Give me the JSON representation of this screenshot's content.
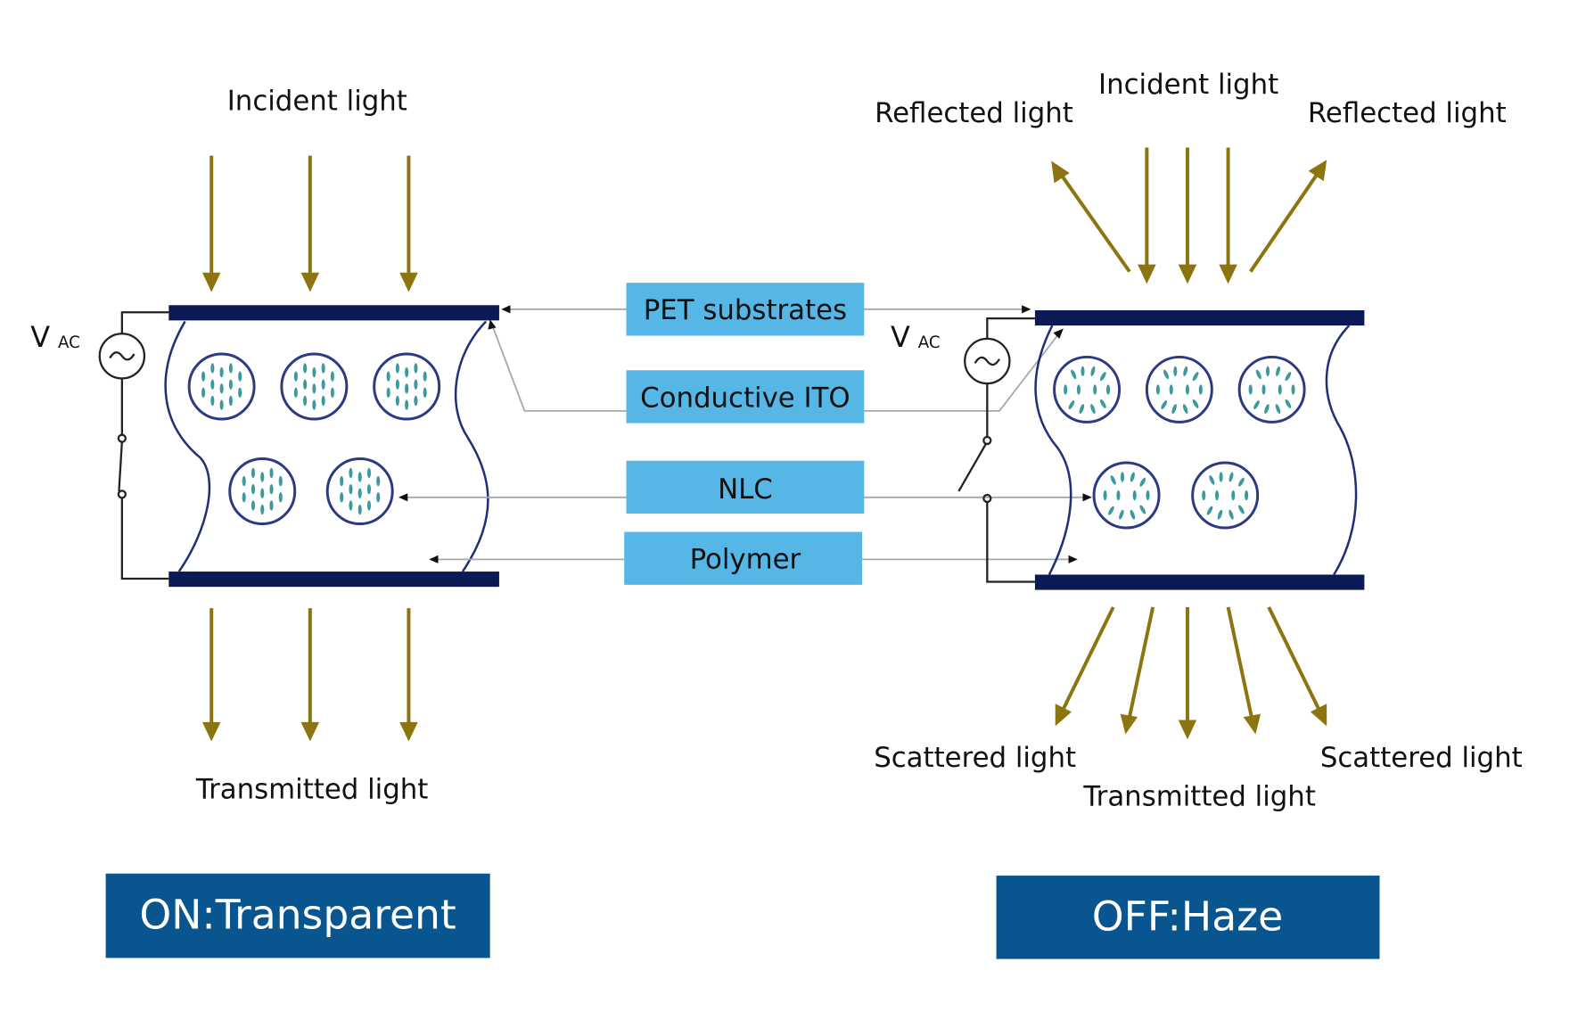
{
  "left_panel": {
    "state_label": "ON:Transparent",
    "incident_label": "Incident light",
    "transmitted_label": "Transmitted light",
    "voltage_label": "V",
    "voltage_subscript": "AC",
    "switch_state": "closed",
    "molecule_alignment": "aligned"
  },
  "right_panel": {
    "state_label": "OFF:Haze",
    "incident_label": "Incident light",
    "reflected_left_label": "Reflected light",
    "reflected_right_label": "Reflected light",
    "scattered_left_label": "Scattered light",
    "scattered_right_label": "Scattered light",
    "transmitted_label": "Transmitted light",
    "voltage_label": "V",
    "voltage_subscript": "AC",
    "switch_state": "open",
    "molecule_alignment": "random"
  },
  "materials": [
    {
      "key": "pet",
      "label": "PET substrates"
    },
    {
      "key": "ito",
      "label": "Conductive ITO"
    },
    {
      "key": "nlc",
      "label": "NLC"
    },
    {
      "key": "polymer",
      "label": "Polymer"
    }
  ],
  "colors": {
    "light_arrow": "#8c7510",
    "substrate": "#0b1a55",
    "material_box": "#56b7e6",
    "state_box": "#09558f",
    "liquid_crystal": "#3b9a9e"
  }
}
